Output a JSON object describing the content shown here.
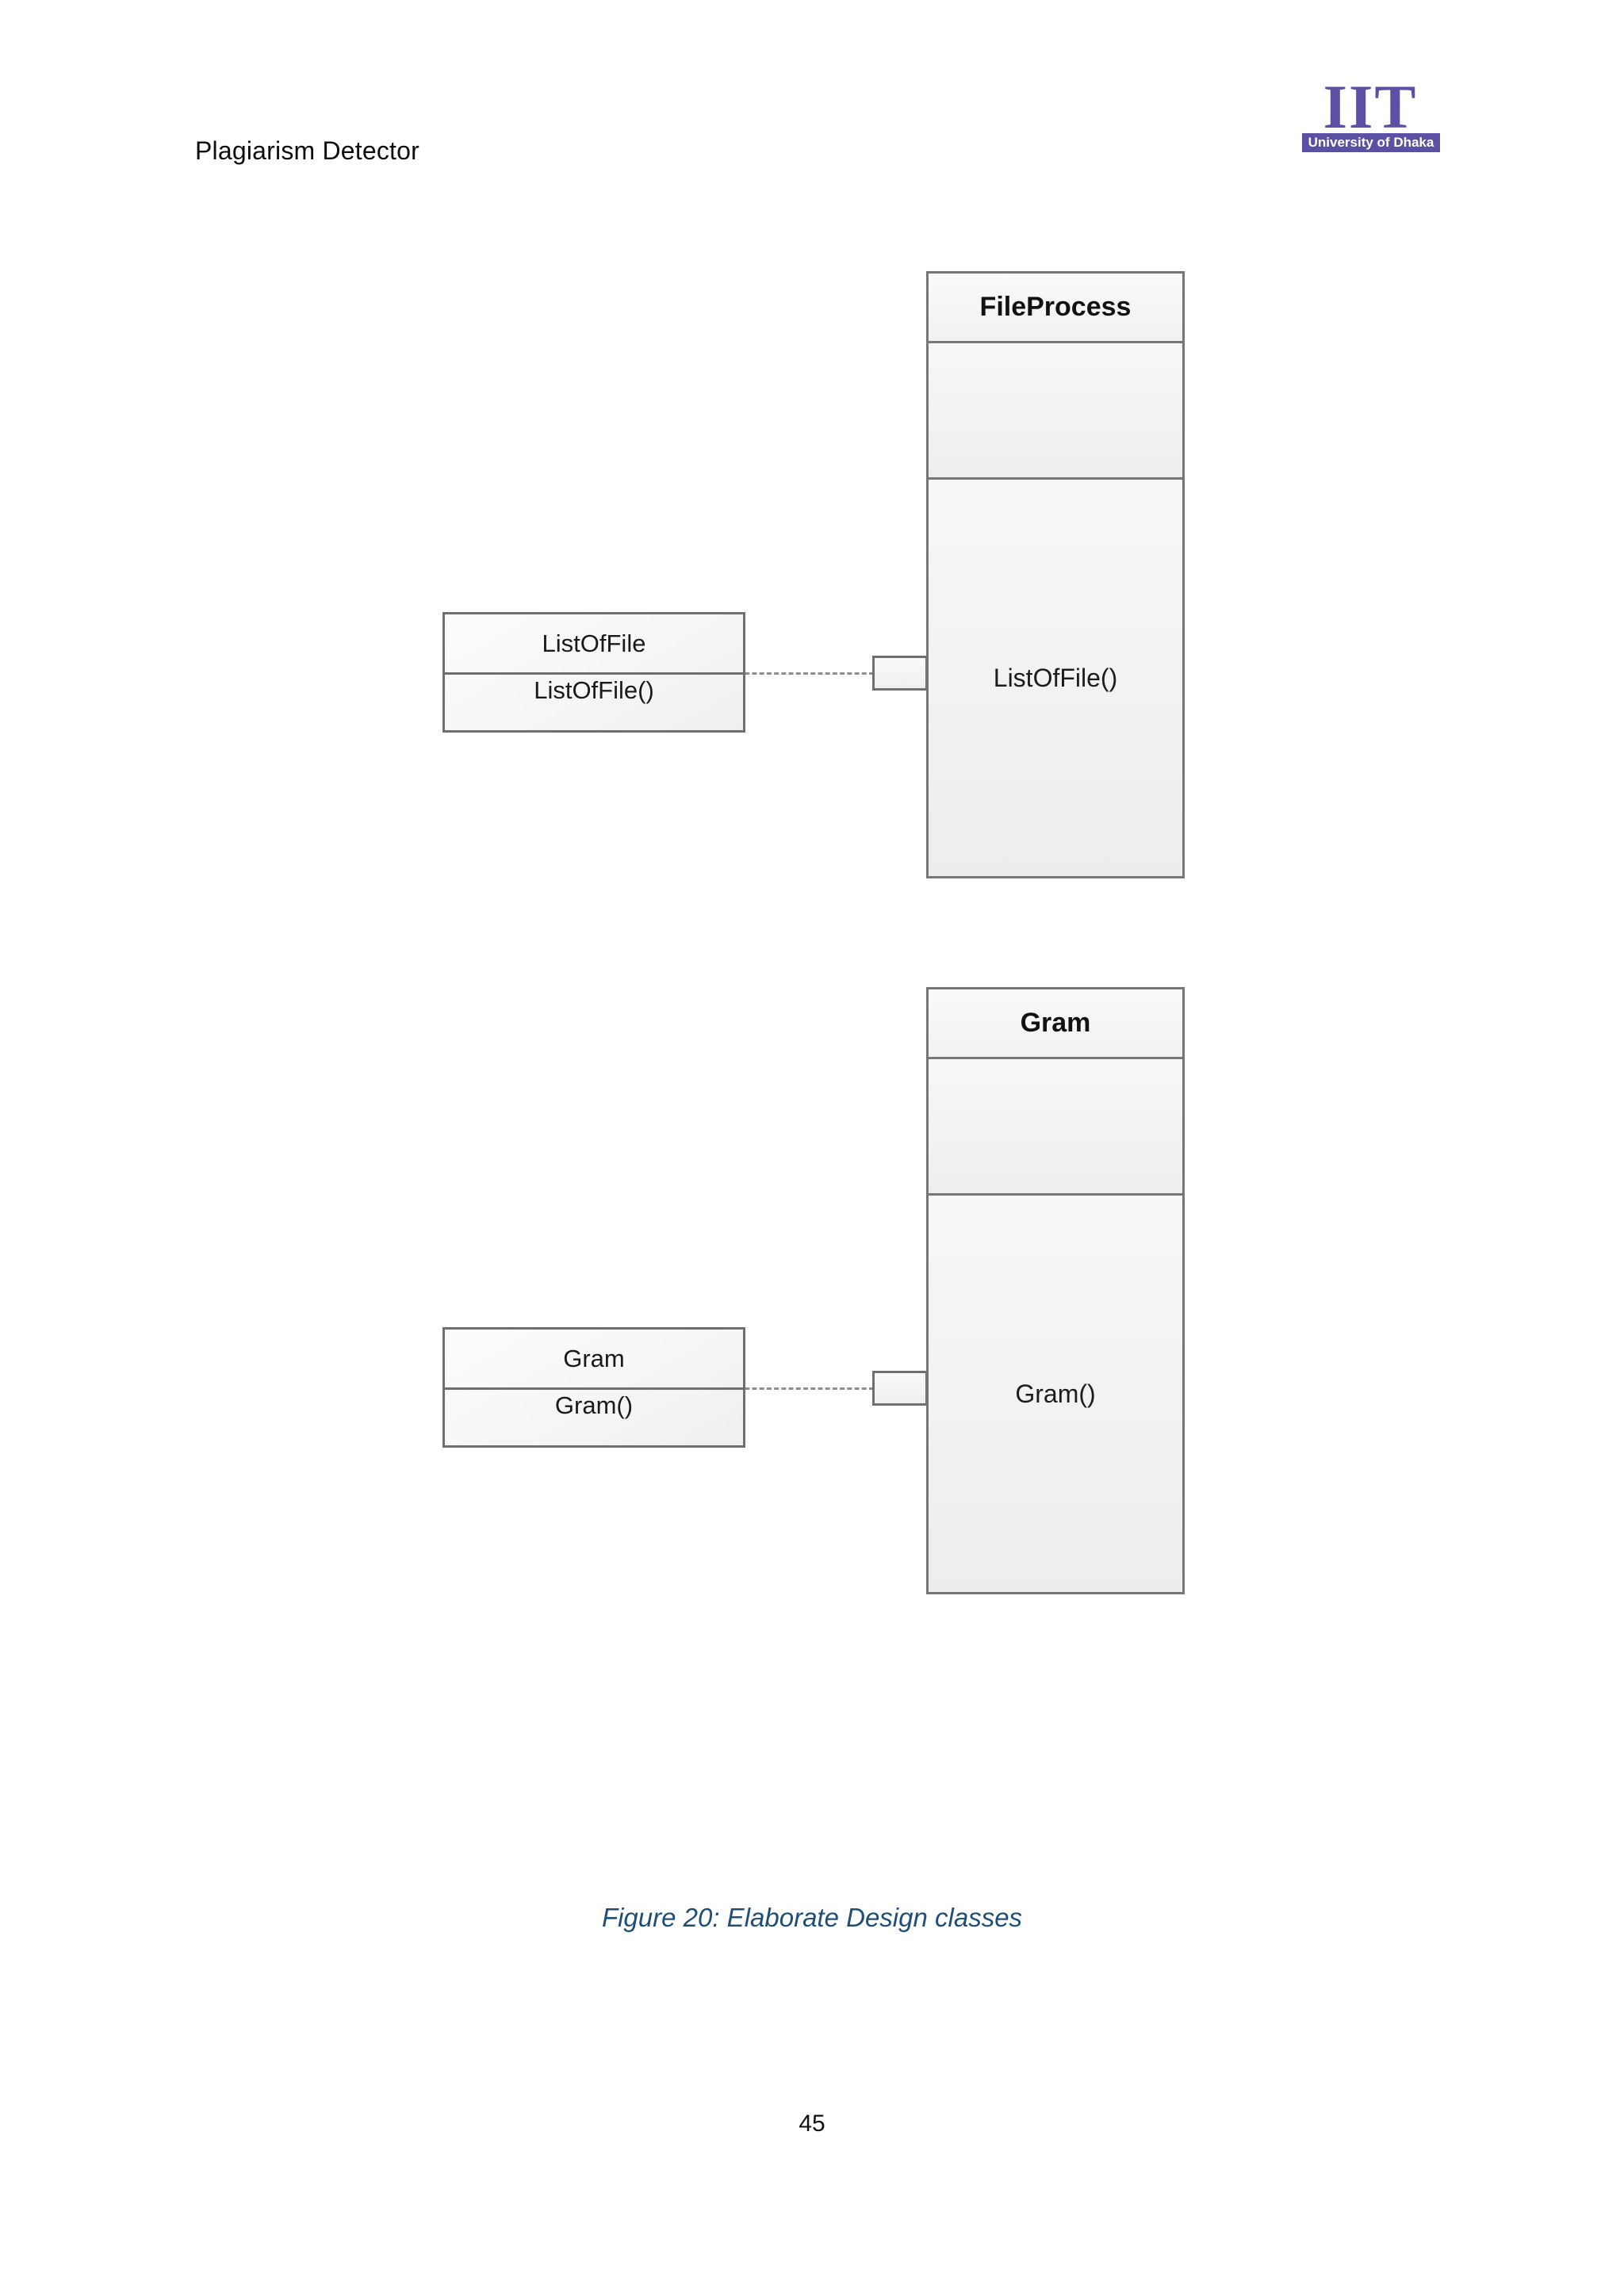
{
  "header": {
    "running_title": "Plagiarism Detector",
    "logo": {
      "letters": "IIT",
      "subtitle": "University of Dhaka",
      "color": "#5a50a4"
    }
  },
  "diagram": {
    "classes": [
      {
        "name": "FileProcess",
        "attributes": [],
        "operations": [
          "ListOfFile()"
        ]
      },
      {
        "name": "Gram",
        "attributes": [],
        "operations": [
          "Gram()"
        ]
      }
    ],
    "analysis_classes": [
      {
        "name": "ListOfFile",
        "operation": "ListOfFile()"
      },
      {
        "name": "Gram",
        "operation": "Gram()"
      }
    ],
    "connectors": [
      {
        "from": "ListOfFile",
        "to": "FileProcess",
        "style": "dashed"
      },
      {
        "from": "Gram",
        "to": "Gram",
        "style": "dashed"
      }
    ]
  },
  "caption": {
    "text": "Figure 20: Elaborate Design classes",
    "color": "#1f4e79"
  },
  "footer": {
    "page_number": "45"
  }
}
